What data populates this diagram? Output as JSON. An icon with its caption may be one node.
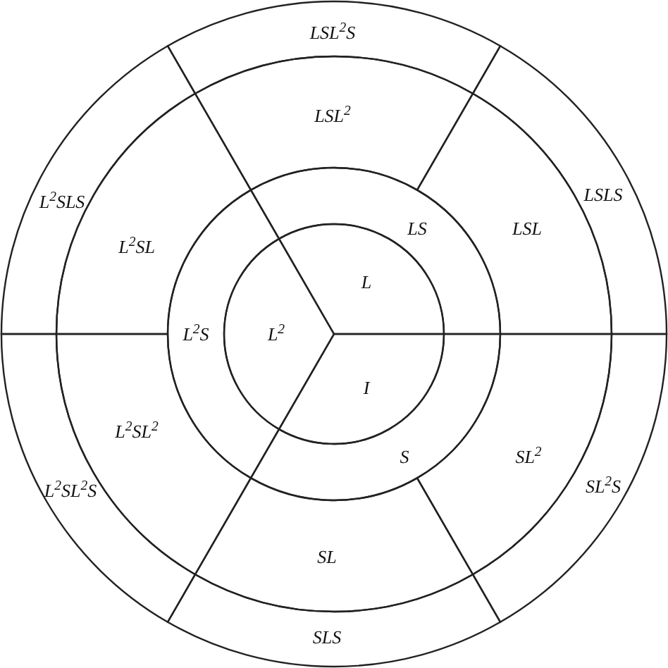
{
  "diagram": {
    "nodes": [
      {
        "text": [
          "LSL$^{2}$S"
        ]
      },
      {
        "text": [
          "LSL$^{2}$"
        ]
      },
      {
        "text": [
          "L$^{2}$SLS"
        ]
      },
      {
        "text": [
          "LSLS"
        ]
      },
      {
        "text": [
          "LS"
        ]
      },
      {
        "text": [
          "LSL"
        ]
      },
      {
        "text": [
          "L$^{2}$SL"
        ]
      },
      {
        "text": [
          "L"
        ]
      },
      {
        "text": [
          "L$^{2}$S"
        ]
      },
      {
        "text": [
          "L$^{2}$"
        ]
      },
      {
        "text": [
          "I"
        ]
      },
      {
        "text": [
          "L$^{2}$SL$^{2}$"
        ]
      },
      {
        "text": [
          "S"
        ]
      },
      {
        "text": [
          "SL$^{2}$"
        ]
      },
      {
        "text": [
          "L$^{2}$SL$^{2}$S"
        ]
      },
      {
        "text": [
          "SL$^{2}$S"
        ]
      },
      {
        "text": [
          "SL"
        ]
      },
      {
        "text": [
          "SLS"
        ]
      }
    ]
  }
}
